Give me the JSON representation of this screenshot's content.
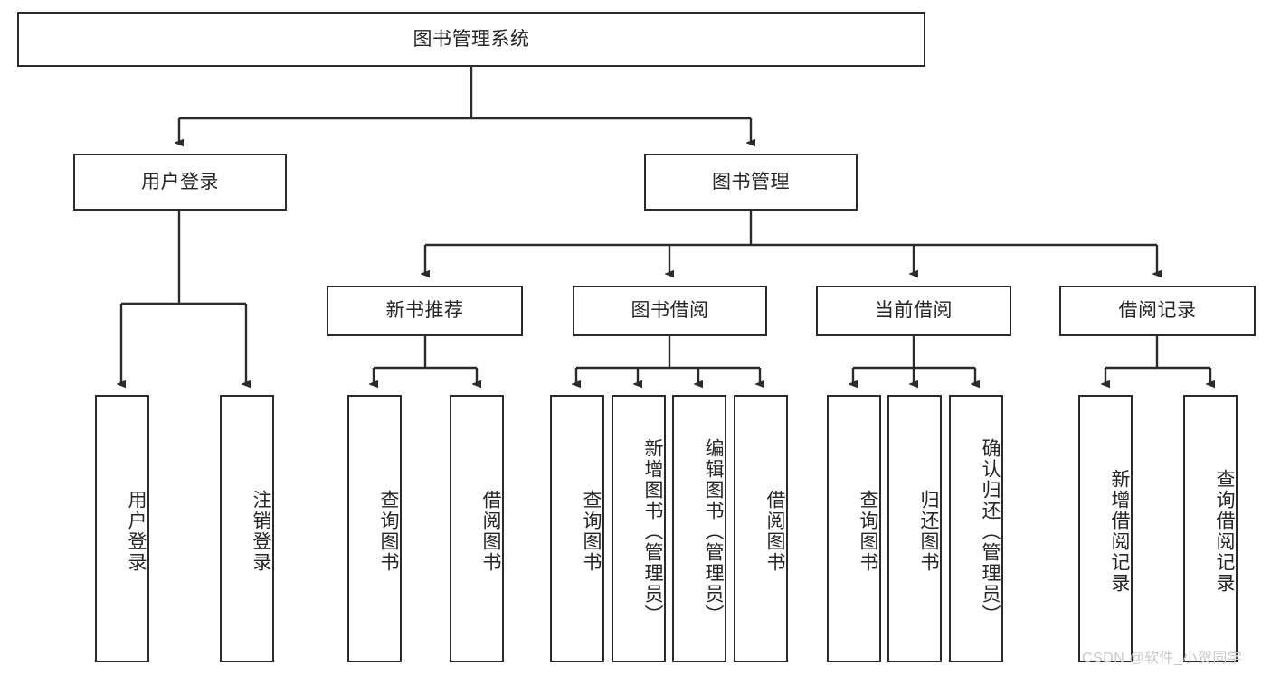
{
  "diagram": {
    "title_node": {
      "label": "图书管理系统"
    },
    "level2": [
      {
        "label": "用户登录"
      },
      {
        "label": "图书管理"
      }
    ],
    "level3": [
      {
        "label": "新书推荐"
      },
      {
        "label": "图书借阅"
      },
      {
        "label": "当前借阅"
      },
      {
        "label": "借阅记录"
      }
    ],
    "leaves": {
      "user_login": [
        {
          "label": "用户登录"
        },
        {
          "label": "注销登录"
        }
      ],
      "new_book_recommend": [
        {
          "label": "查询图书"
        },
        {
          "label": "借阅图书"
        }
      ],
      "book_borrow": [
        {
          "label": "查询图书"
        },
        {
          "label": "新增图书（管理员）"
        },
        {
          "label": "编辑图书（管理员）"
        },
        {
          "label": "借阅图书"
        }
      ],
      "current_borrow": [
        {
          "label": "查询图书"
        },
        {
          "label": "归还图书"
        },
        {
          "label": "确认归还（管理员）"
        }
      ],
      "borrow_record": [
        {
          "label": "新增借阅记录"
        },
        {
          "label": "查询借阅记录"
        }
      ]
    },
    "watermark": {
      "text": "CSDN @软件_小贺同学"
    },
    "colors": {
      "stroke": "#2b2b2b",
      "text": "#262626",
      "background": "#ffffff",
      "watermark": "#c9c9c9"
    }
  }
}
